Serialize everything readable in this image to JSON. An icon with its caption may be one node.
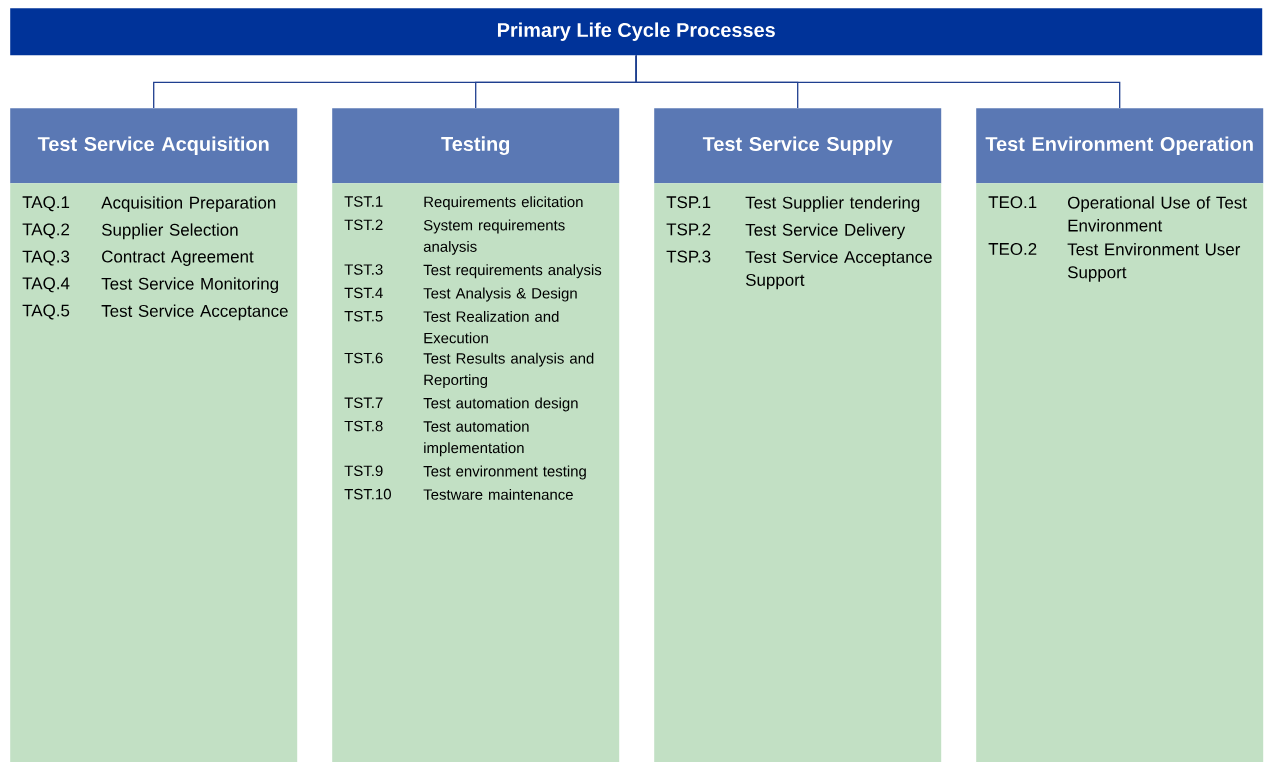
{
  "diagram": {
    "nodes": [
      {
        "text": [
          "Primary Life Cycle Processes"
        ]
      },
      {
        "text": [
          "Test Service Acquisition"
        ]
      },
      {
        "text": [
          "TAQ.1",
          "Acquisition Preparation",
          "TAQ.2",
          "Supplier Selection",
          "TAQ.3",
          "Contract Agreement",
          "TAQ.4",
          "Test Service Monitoring",
          "TAQ.5",
          "Test Service Acceptance"
        ]
      },
      {
        "text": [
          "Testing"
        ]
      },
      {
        "text": [
          "TST.1",
          "Requirements elicitation",
          "TST.2",
          "System requirements analysis",
          "TST.3",
          "Test requirements analysis",
          "TST.4",
          "Test Analysis & Design",
          "TST.5",
          "Test Realization and Execution",
          "TST.6",
          "Test Results analysis and Reporting",
          "TST.7",
          "Test automation design",
          "TST.8",
          "Test automation implementation",
          "TST.9",
          "Test environment testing",
          "TST.10",
          "Testware maintenance"
        ]
      },
      {
        "text": [
          "Test Service Supply"
        ]
      },
      {
        "text": [
          "TSP.1",
          "Test Supplier tendering",
          "TSP.2",
          "Test Service Delivery",
          "TSP.3",
          "Test Service Acceptance Support"
        ]
      },
      {
        "text": [
          "Test Environment Operation"
        ]
      },
      {
        "text": [
          "TEO.1",
          "Operational Use of Test Environment",
          "TEO.2",
          "Test Environment User Support"
        ]
      }
    ],
    "edges": [
      {
        "from": 0,
        "to": 1,
        "arrow": "none"
      },
      {
        "from": 0,
        "to": 3,
        "arrow": "none"
      },
      {
        "from": 0,
        "to": 5,
        "arrow": "none"
      },
      {
        "from": 0,
        "to": 7,
        "arrow": "none"
      }
    ]
  }
}
